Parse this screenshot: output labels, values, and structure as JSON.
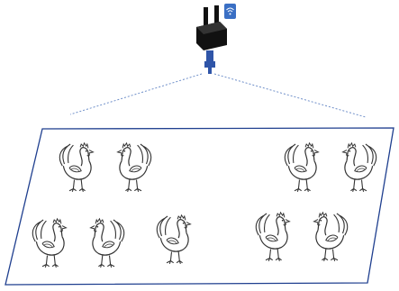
{
  "diagram": {
    "device": {
      "icon": "camera-device-icon",
      "badge_icon": "wifi-icon"
    },
    "area": {
      "icon": "floor-area-parallelogram"
    },
    "groups": [
      {
        "name": "chicken-pair-top-left",
        "count": 2,
        "icon": "chicken-icon"
      },
      {
        "name": "chicken-pair-top-right",
        "count": 2,
        "icon": "chicken-icon"
      },
      {
        "name": "chicken-pair-bottom-left",
        "count": 2,
        "icon": "chicken-icon"
      },
      {
        "name": "chicken-single-bottom-middle",
        "count": 1,
        "icon": "chicken-icon"
      },
      {
        "name": "chicken-pair-bottom-right",
        "count": 2,
        "icon": "chicken-icon"
      }
    ],
    "colors": {
      "device_body": "#111111",
      "wifi_badge": "#3a6fc4",
      "mount": "#2f55a8",
      "field_line": "#1f3f8f",
      "fov_line": "#6f8fc9",
      "sketch": "#333333"
    }
  }
}
